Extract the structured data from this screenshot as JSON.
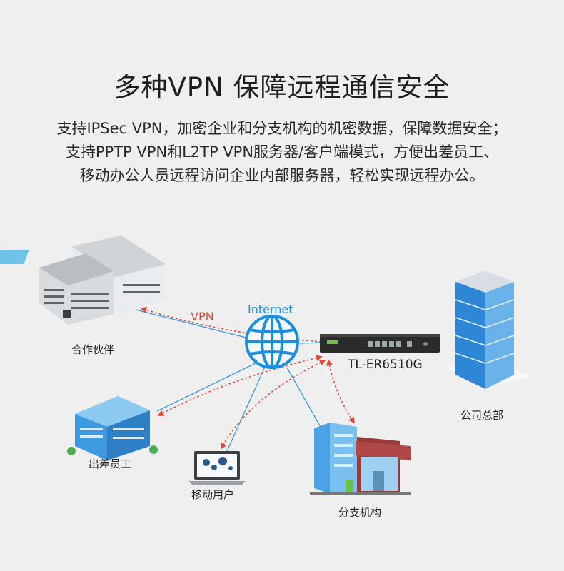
{
  "title": "多种VPN 保障远程通信安全",
  "description": [
    "支持IPSec VPN，加密企业和分支机构的机密数据，保障数据安全；",
    "支持PPTP VPN和L2TP VPN服务器/客户端模式，方便出差员工、",
    "移动办公人员远程访问企业内部服务器，轻松实现远程办公。"
  ],
  "labels": {
    "vpn": "VPN",
    "internet": "Internet",
    "router": "TL-ER6510G",
    "partner": "合作伙伴",
    "hq": "公司总部",
    "travel": "出差员工",
    "mobile": "移动用户",
    "branch": "分支机构"
  },
  "colors": {
    "link": "#3a9ad9",
    "vpn_tunnel": "#e0473a",
    "globe": "#1a8fe0",
    "vpn_label": "#e0473a",
    "internet_label": "#1a8fe0"
  }
}
